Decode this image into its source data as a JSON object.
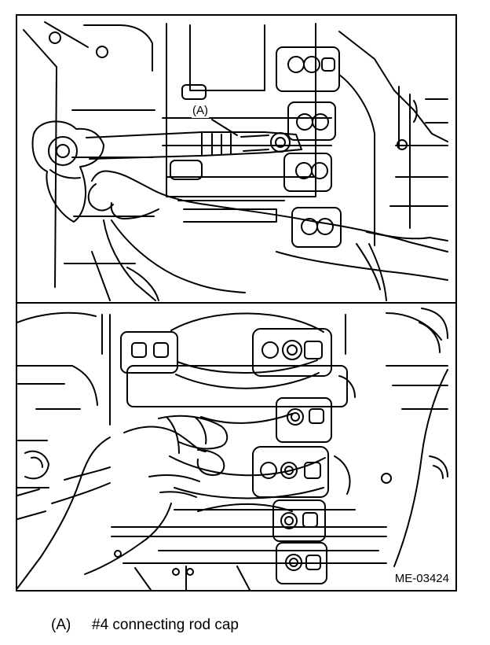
{
  "figure": {
    "callout_label": "(A)",
    "figure_id": "ME-03424"
  },
  "legend": {
    "items": [
      {
        "key": "(A)",
        "text": "#4 connecting rod cap"
      }
    ]
  },
  "colors": {
    "ink": "#000000",
    "paper": "#ffffff"
  },
  "icons": {
    "top_panel": "ratchet-wrench-loosening-rod-cap-illustration",
    "bottom_panel": "hand-removing-rod-cap-illustration"
  }
}
